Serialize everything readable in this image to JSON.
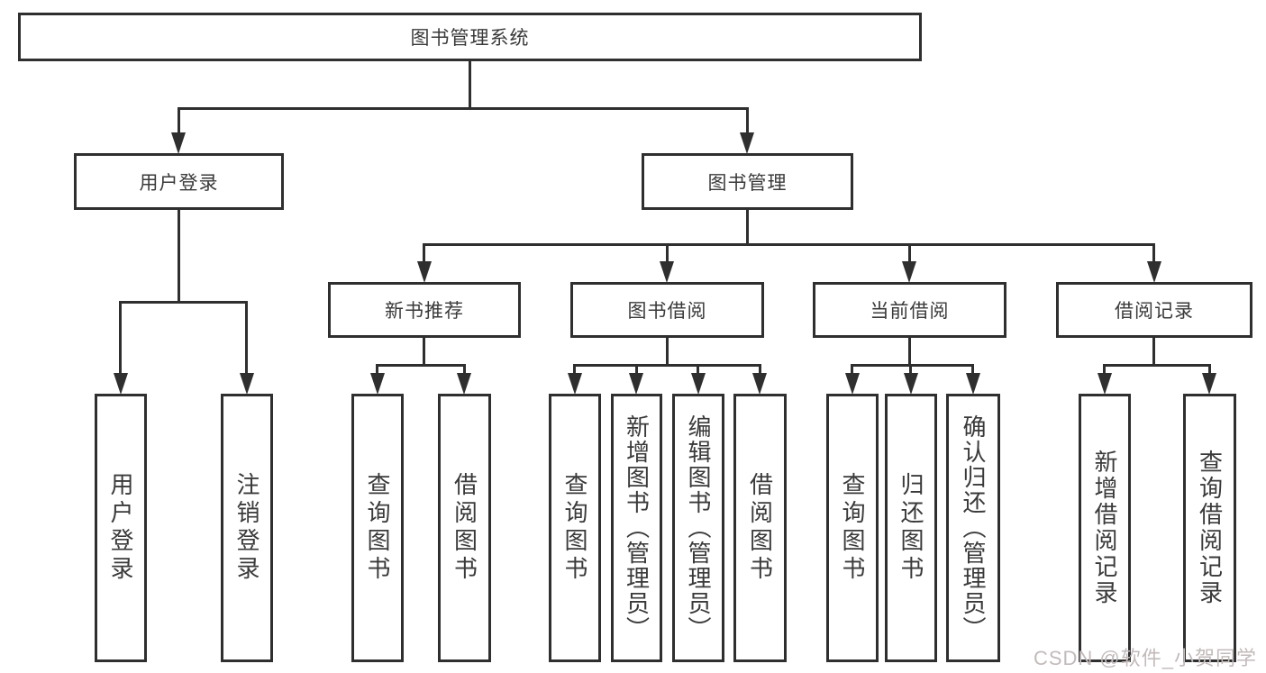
{
  "diagram_title": "图书管理系统",
  "tree": {
    "label": "图书管理系统",
    "children": [
      {
        "label": "用户登录",
        "children": [
          {
            "label": "用户登录"
          },
          {
            "label": "注销登录"
          }
        ]
      },
      {
        "label": "图书管理",
        "children": [
          {
            "label": "新书推荐",
            "children": [
              {
                "label": "查询图书"
              },
              {
                "label": "借阅图书"
              }
            ]
          },
          {
            "label": "图书借阅",
            "children": [
              {
                "label": "查询图书"
              },
              {
                "label": "新增图书（管理员）"
              },
              {
                "label": "编辑图书（管理员）"
              },
              {
                "label": "借阅图书"
              }
            ]
          },
          {
            "label": "当前借阅",
            "children": [
              {
                "label": "查询图书"
              },
              {
                "label": "归还图书"
              },
              {
                "label": "确认归还（管理员）"
              }
            ]
          },
          {
            "label": "借阅记录",
            "children": [
              {
                "label": "新增借阅记录"
              },
              {
                "label": "查询借阅记录"
              }
            ]
          }
        ]
      }
    ]
  },
  "watermark": "CSDN @软件_小贺同学",
  "colors": {
    "line": "#2f2f2f",
    "text": "#3a3a3a",
    "background": "#ffffff",
    "watermark": "#c3baba"
  }
}
